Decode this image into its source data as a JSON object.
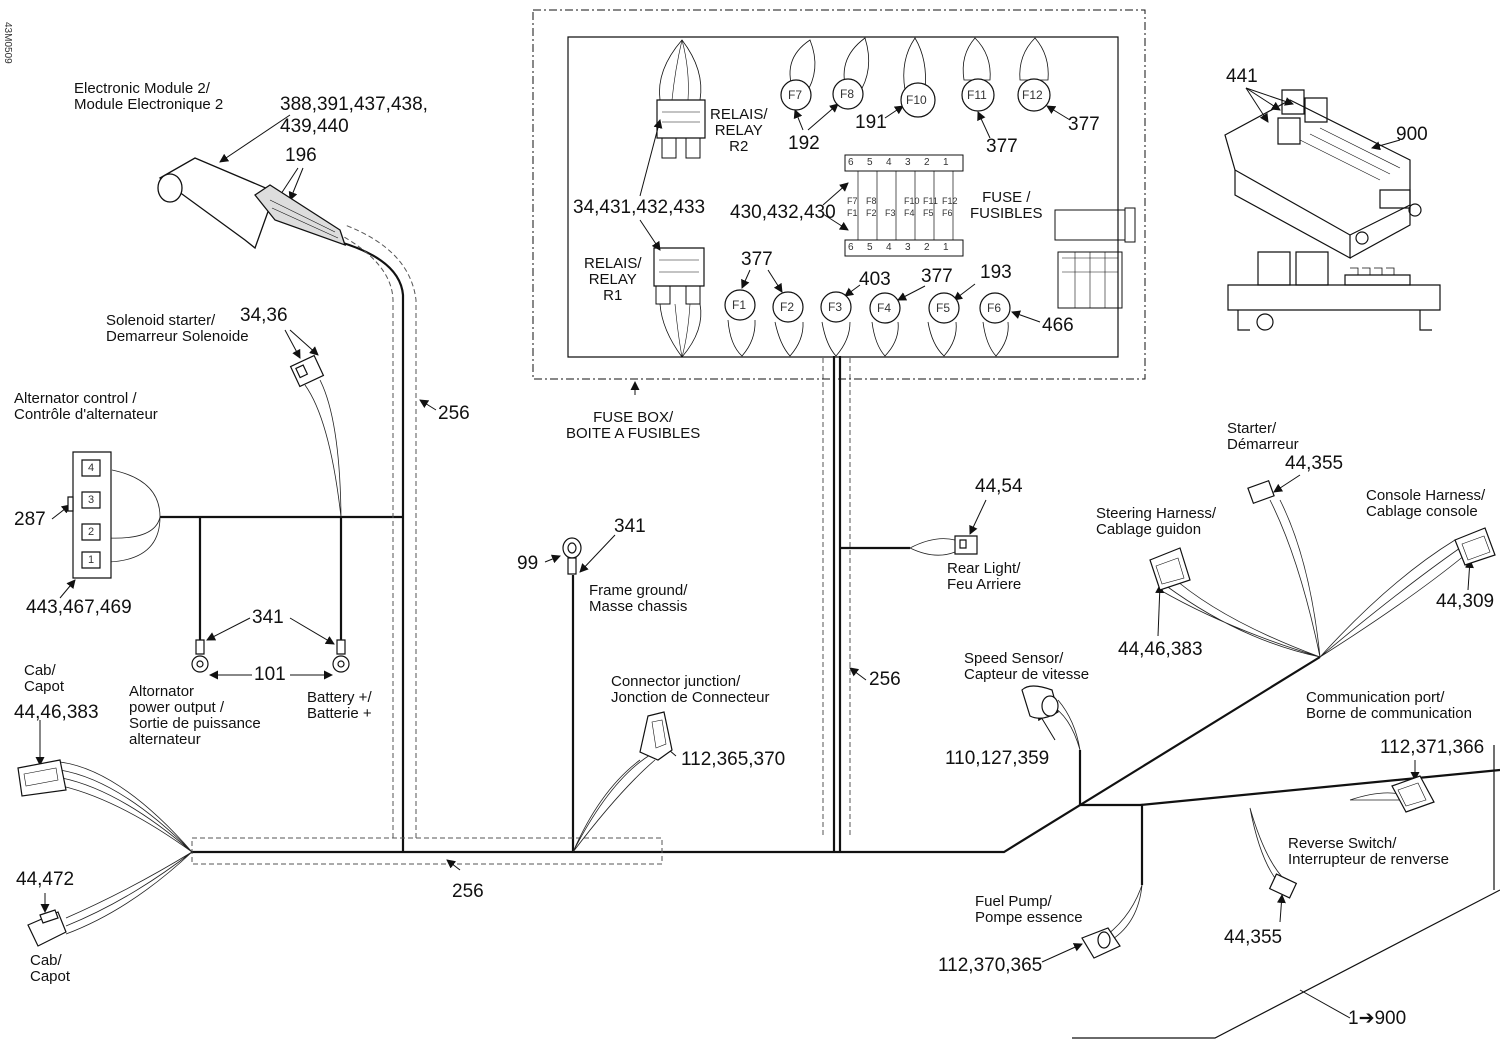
{
  "drawing_id": "43M0509",
  "labels": {
    "electronic_module": "Electronic Module 2/\nModule Electronique 2",
    "solenoid": "Solenoid starter/\nDemarreur Solenoide",
    "alternator_control": "Alternator control /\nContrôle d'alternateur",
    "alternator_output": "Altornator\npower output /\nSortie de puissance\nalternateur",
    "battery": "Battery +/\nBatterie +",
    "cab_top": "Cab/\nCapot",
    "cab_bottom": "Cab/\nCapot",
    "fuse_box": "FUSE BOX/\nBOITE A FUSIBLES",
    "relay_r2": "RELAIS/\nRELAY\nR2",
    "relay_r1": "RELAIS/\nRELAY\nR1",
    "fuse": "FUSE /\nFUSIBLES",
    "frame_ground": "Frame ground/\nMasse chassis",
    "connector_junction": "Connector junction/\nJonction de Connecteur",
    "rear_light": "Rear Light/\nFeu Arriere",
    "speed_sensor": "Speed Sensor/\nCapteur de vitesse",
    "starter": "Starter/\nDémarreur",
    "steering_harness": "Steering Harness/\nCablage guidon",
    "console_harness": "Console Harness/\nCablage console",
    "communication_port": "Communication port/\nBorne de communication",
    "reverse_switch": "Reverse Switch/\nInterrupteur de renverse",
    "fuel_pump": "Fuel Pump/\nPompe essence"
  },
  "part_numbers": {
    "module": "388,391,437,438,\n439,440",
    "p196": "196",
    "solenoid": "34,36",
    "p256_a": "256",
    "p256_b": "256",
    "p256_c": "256",
    "p287": "287",
    "alt_conn": "443,467,469",
    "p341_a": "341",
    "p341_b": "341",
    "p101": "101",
    "cab_top": "44,46,383",
    "cab_bottom": "44,472",
    "p99": "99",
    "relays": "34,431,432,433",
    "fuse_strip": "430,432,430",
    "p192": "192",
    "p191": "191",
    "p377_a": "377",
    "p377_b": "377",
    "p377_c": "377",
    "p377_d": "377",
    "p403": "403",
    "p193": "193",
    "p466": "466",
    "p441": "441",
    "p900": "900",
    "junction": "112,365,370",
    "rear_light": "44,54",
    "speed_sensor": "110,127,359",
    "starter": "44,355",
    "steering": "44,46,383",
    "console": "44,309",
    "comm_port": "112,371,366",
    "reverse": "44,355",
    "fuel_pump": "112,370,365",
    "footer": "1➔900"
  },
  "fuses": [
    "F1",
    "F2",
    "F3",
    "F4",
    "F5",
    "F6",
    "F7",
    "F8",
    "F10",
    "F11",
    "F12"
  ],
  "fuse_strip_top": [
    "F7",
    "F8",
    "",
    "F10",
    "F11",
    "F12"
  ],
  "fuse_strip_bottom": [
    "F1",
    "F2",
    "F3",
    "F4",
    "F5",
    "F6"
  ],
  "terminal_numbers": [
    "6",
    "5",
    "4",
    "3",
    "2",
    "1"
  ],
  "alt_pins": [
    "4",
    "3",
    "2",
    "1"
  ]
}
